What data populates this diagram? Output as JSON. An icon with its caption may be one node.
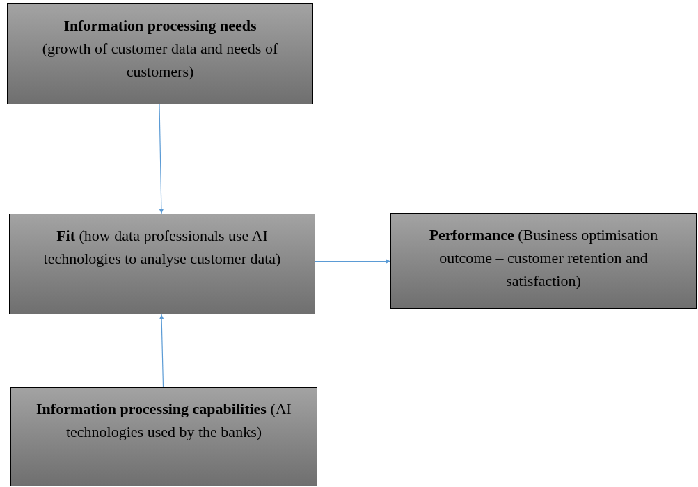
{
  "diagram": {
    "nodes": [
      {
        "text": [
          "Information processing needs",
          "(growth of customer data and needs of customers)"
        ]
      },
      {
        "text": [
          "**Fit** (how data professionals use AI technologies to analyse customer data)"
        ]
      },
      {
        "text": [
          "**Performance** (Business optimisation outcome – customer retention and satisfaction)"
        ]
      },
      {
        "text": [
          "**Information processing capabilities** (AI technologies used by the banks)"
        ]
      }
    ],
    "edges": [
      {
        "from": 0,
        "to": 1,
        "arrow": "to"
      },
      {
        "from": 1,
        "to": 2,
        "arrow": "to"
      },
      {
        "from": 3,
        "to": 1,
        "arrow": "to"
      }
    ]
  }
}
